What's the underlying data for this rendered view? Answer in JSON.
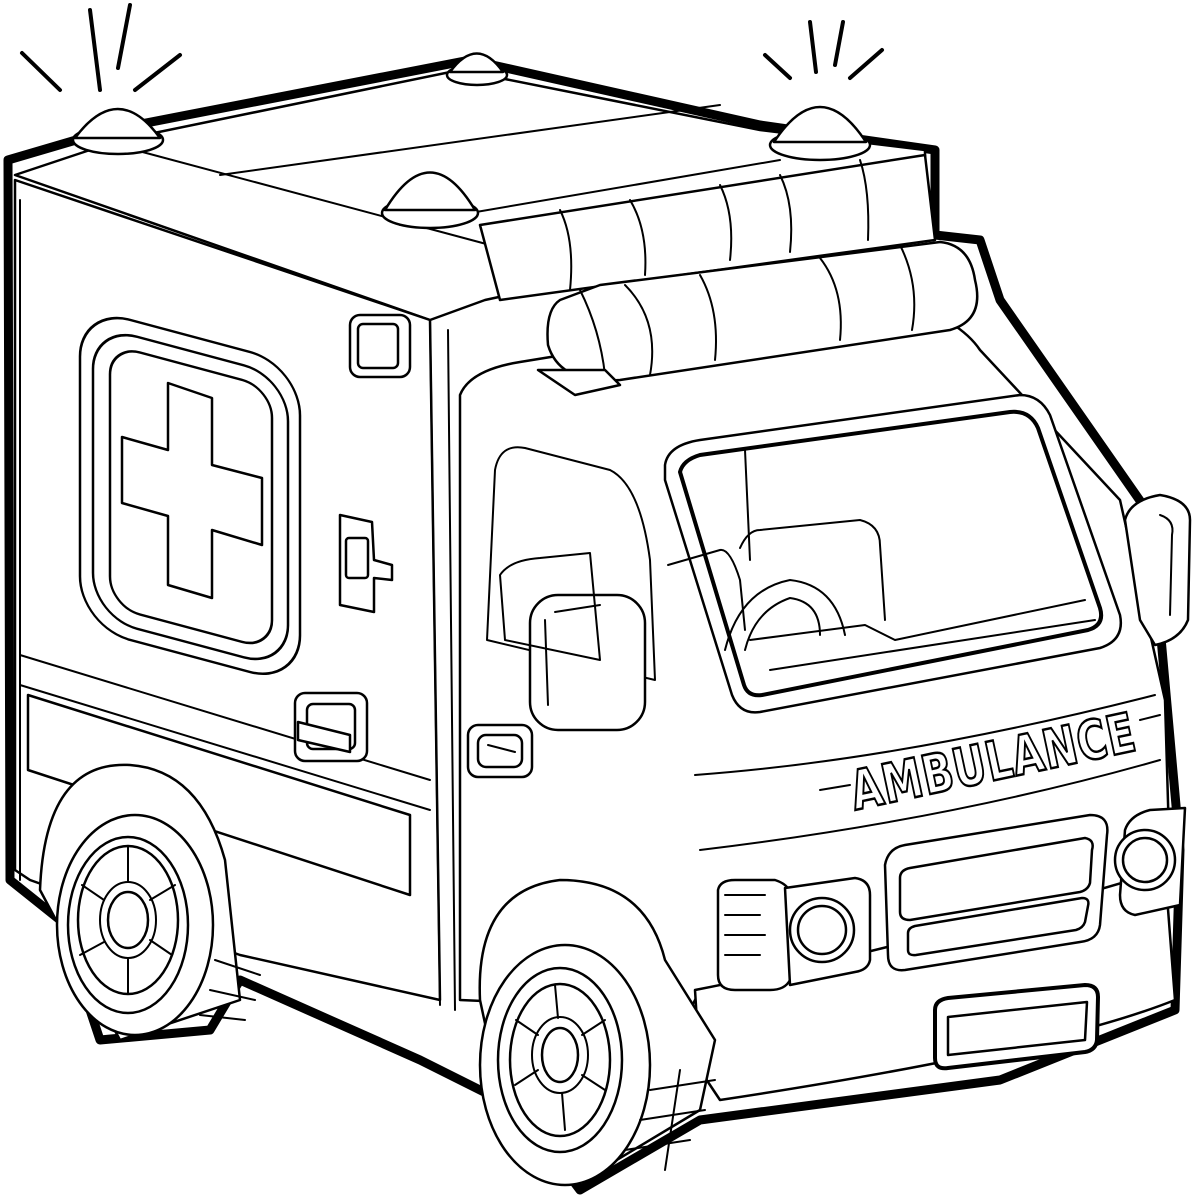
{
  "illustration": {
    "subject": "ambulance",
    "style": "line-art coloring page",
    "vehicle_label": "AMBULANCE",
    "colors": {
      "line": "#000000",
      "fill": "#ffffff"
    },
    "parts": {
      "siren_lights": 4,
      "roof_light_bar": 1,
      "side_cross_emblem": 1,
      "wheels_visible": 2,
      "headlights_visible": 2
    }
  }
}
